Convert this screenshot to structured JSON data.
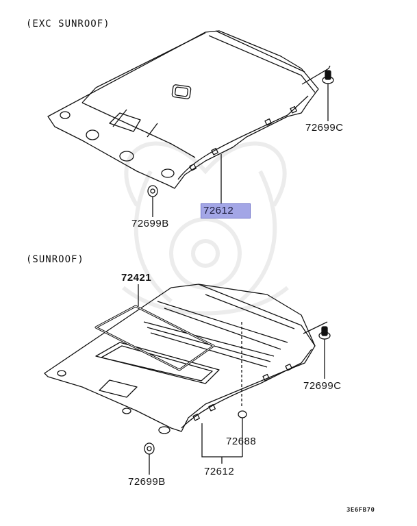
{
  "diagram": {
    "type": "exploded-parts-diagram",
    "subject": "roof headliner",
    "reference_code": "3E6FB70",
    "sections": [
      {
        "title": "(EXC SUNROOF)",
        "callouts": [
          {
            "part_number": "72699C",
            "highlighted": false
          },
          {
            "part_number": "72612",
            "highlighted": true
          },
          {
            "part_number": "72699B",
            "highlighted": false
          }
        ]
      },
      {
        "title": "(SUNROOF)",
        "callouts": [
          {
            "part_number": "72421",
            "highlighted": false
          },
          {
            "part_number": "72699C",
            "highlighted": false
          },
          {
            "part_number": "72688",
            "highlighted": false
          },
          {
            "part_number": "72612",
            "highlighted": false
          },
          {
            "part_number": "72699B",
            "highlighted": false
          }
        ]
      }
    ],
    "colors": {
      "line": "#111111",
      "highlight_fill": "#a3a6e6",
      "highlight_border": "#6c70c8",
      "watermark": "#eeeeee"
    }
  }
}
